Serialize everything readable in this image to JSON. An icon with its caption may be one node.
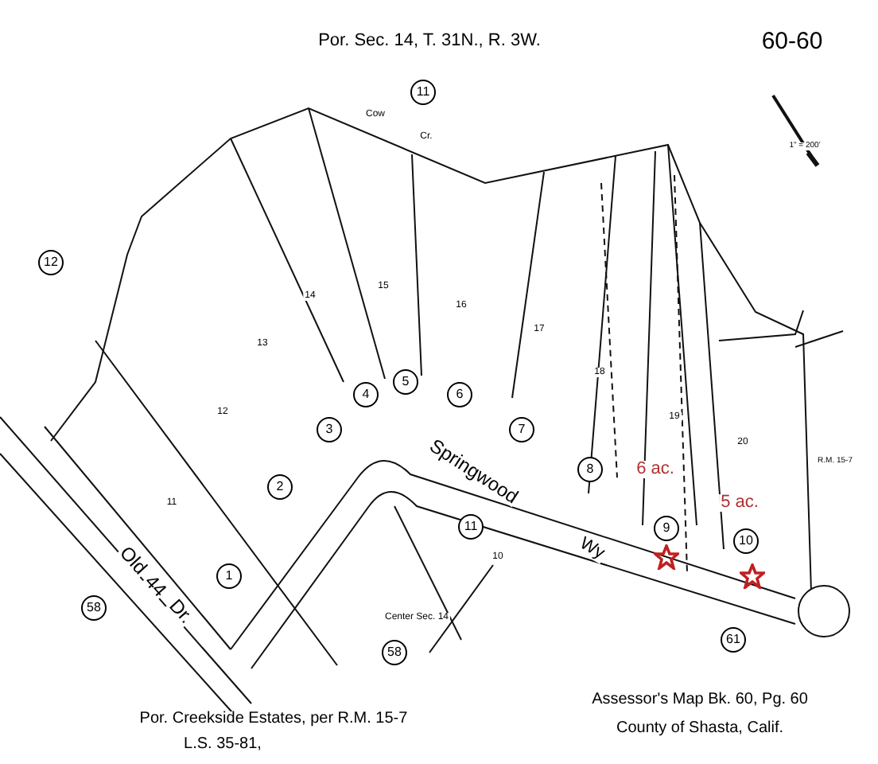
{
  "diagram": {
    "nodes": [
      {
        "text": [
          "11"
        ]
      },
      {
        "text": [
          "12"
        ]
      },
      {
        "text": [
          "1"
        ]
      },
      {
        "text": [
          "2"
        ]
      },
      {
        "text": [
          "3"
        ]
      },
      {
        "text": [
          "4"
        ]
      },
      {
        "text": [
          "5"
        ]
      },
      {
        "text": [
          "6"
        ]
      },
      {
        "text": [
          "7"
        ]
      },
      {
        "text": [
          "8"
        ]
      },
      {
        "text": [
          "9"
        ]
      },
      {
        "text": [
          "10"
        ]
      },
      {
        "text": [
          "11"
        ]
      },
      {
        "text": [
          "58"
        ]
      },
      {
        "text": [
          "58"
        ]
      },
      {
        "text": [
          "61"
        ]
      }
    ],
    "labels": [
      "Por. Sec. 14, T. 31N., R. 3W.",
      "60-60",
      "1\" = 200'",
      "Cow",
      "Cr.",
      "14",
      "15",
      "13",
      "16",
      "12",
      "17",
      "18",
      "19",
      "20",
      "11",
      "10",
      "6 ac.",
      "5 ac.",
      "Springwood",
      "Wy",
      "Old",
      "44",
      "Dr.",
      "R.M. 15-7",
      "Center Sec. 14",
      "Por. Creekside Estates, per R.M. 15-7",
      "L.S. 35-81,",
      "Assessor's Map Bk. 60, Pg. 60",
      "County of Shasta, Calif."
    ]
  }
}
